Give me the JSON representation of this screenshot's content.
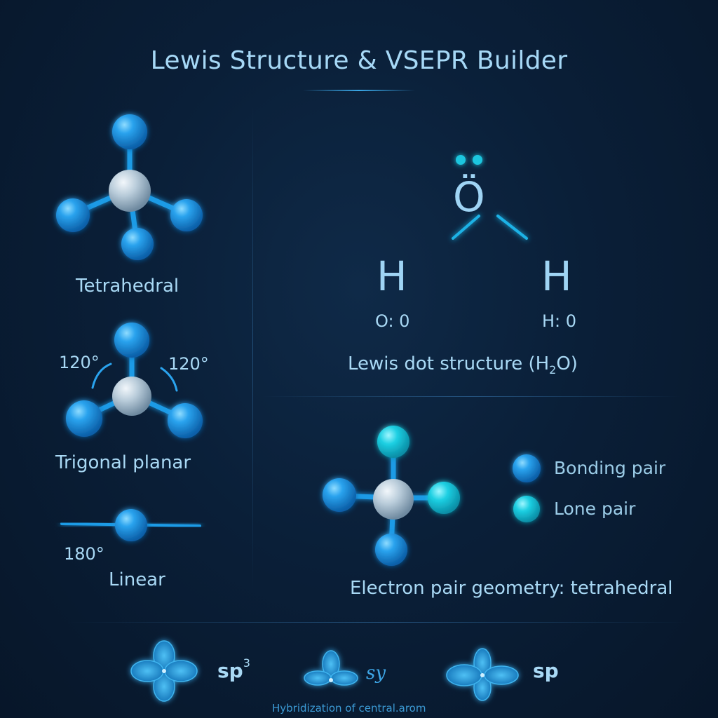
{
  "title": "Lewis Structure & VSEPR Builder",
  "geometries": {
    "tetrahedral": {
      "label": "Tetrahedral"
    },
    "trigonal": {
      "label": "Trigonal planar",
      "angle_left": "120°",
      "angle_right": "120°"
    },
    "linear": {
      "label": "Linear",
      "angle": "180°"
    }
  },
  "lewis": {
    "center_atom": "Ö",
    "left_atom": "H",
    "right_atom": "H",
    "charge_left": "O: 0",
    "charge_right": "H: 0",
    "caption_prefix": "Lewis dot structure (H",
    "caption_sub": "2",
    "caption_suffix": "O)"
  },
  "electron_geometry": {
    "legend": {
      "bonding": "Bonding pair",
      "lone": "Lone pair"
    },
    "caption": "Electron pair geometry: tetrahedral"
  },
  "hybridization": {
    "sp3_base": "sp",
    "sp3_sup": "3",
    "sy": "sy",
    "sp": "sp",
    "caption": "Hybridization of central.arom"
  },
  "colors": {
    "background": "#0a1f38",
    "bonding_atom": "#1e8fe0",
    "lone_atom": "#19c4dc",
    "central_atom": "#b7cad8",
    "text": "#a9d9f5"
  }
}
